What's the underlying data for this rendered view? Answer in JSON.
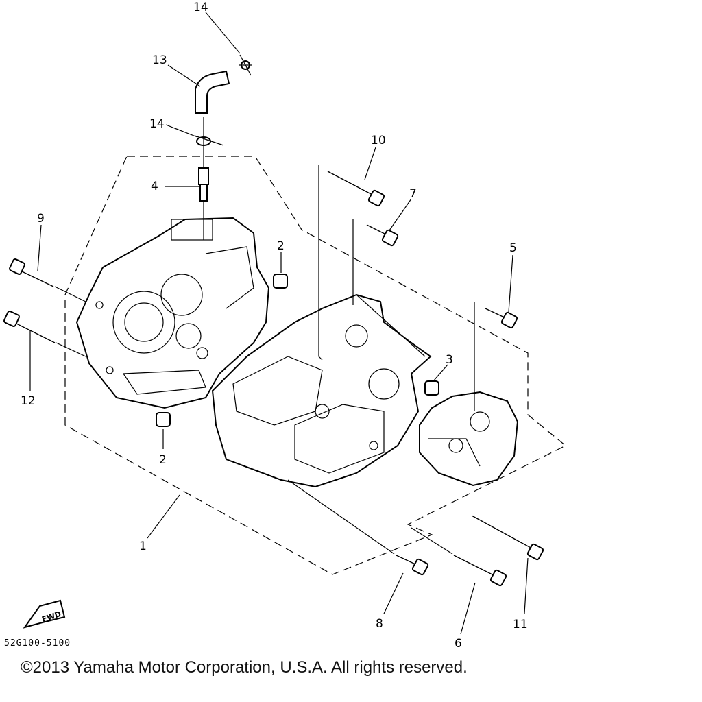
{
  "callouts": {
    "c1": "1",
    "c2a": "2",
    "c2b": "2",
    "c3": "3",
    "c4": "4",
    "c5": "5",
    "c6": "6",
    "c7": "7",
    "c8": "8",
    "c9": "9",
    "c10": "10",
    "c11": "11",
    "c12": "12",
    "c13": "13",
    "c14a": "14",
    "c14b": "14"
  },
  "fwd_label": "FWD",
  "diagram_code": "52G100-5100",
  "copyright": "©2013 Yamaha Motor Corporation, U.S.A. All rights reserved."
}
